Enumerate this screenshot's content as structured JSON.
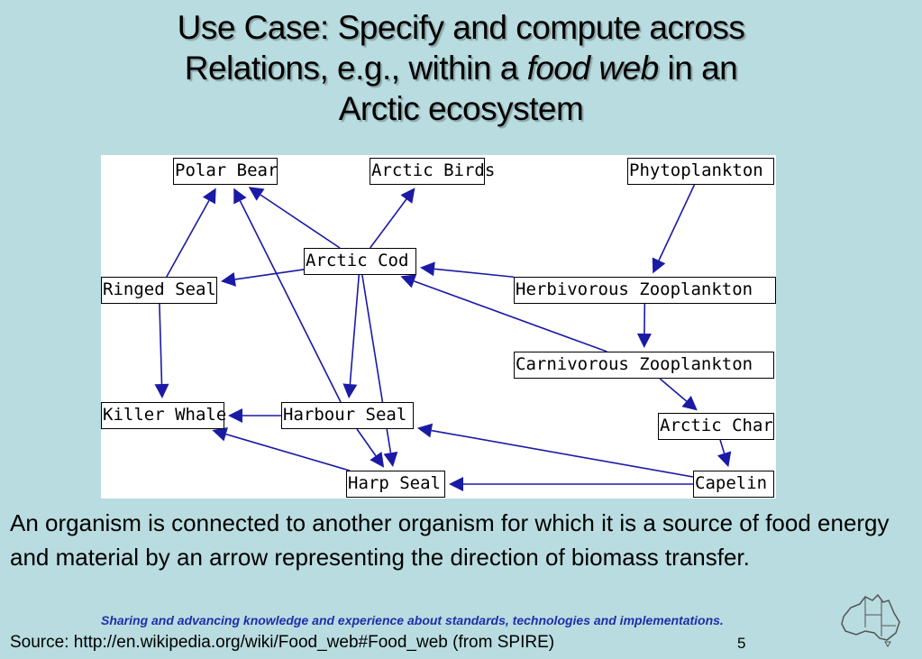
{
  "title": {
    "line1": "Use Case: Specify and compute across",
    "line2_before": "Relations, e.g., within a ",
    "line2_italic": "food web",
    "line2_after": " in an",
    "line3": "Arctic ecosystem"
  },
  "diagram": {
    "nodes": {
      "polar_bear": "Polar Bear",
      "arctic_birds": "Arctic Birds",
      "phytoplankton": "Phytoplankton",
      "arctic_cod": "Arctic Cod",
      "ringed_seal": "Ringed Seal",
      "herbivorous_zooplankton": "Herbivorous Zooplankton",
      "carnivorous_zooplankton": "Carnivorous Zooplankton",
      "killer_whale": "Killer Whale",
      "harbour_seal": "Harbour Seal",
      "arctic_char": "Arctic Char",
      "harp_seal": "Harp Seal",
      "capelin": "Capelin"
    },
    "edges": [
      [
        "phytoplankton",
        "herbivorous_zooplankton"
      ],
      [
        "herbivorous_zooplankton",
        "arctic_cod"
      ],
      [
        "herbivorous_zooplankton",
        "carnivorous_zooplankton"
      ],
      [
        "carnivorous_zooplankton",
        "arctic_cod"
      ],
      [
        "carnivorous_zooplankton",
        "arctic_char"
      ],
      [
        "arctic_char",
        "capelin"
      ],
      [
        "capelin",
        "harbour_seal"
      ],
      [
        "capelin",
        "harp_seal"
      ],
      [
        "arctic_cod",
        "polar_bear"
      ],
      [
        "arctic_cod",
        "arctic_birds"
      ],
      [
        "arctic_cod",
        "ringed_seal"
      ],
      [
        "arctic_cod",
        "harbour_seal"
      ],
      [
        "arctic_cod",
        "harp_seal"
      ],
      [
        "ringed_seal",
        "polar_bear"
      ],
      [
        "ringed_seal",
        "killer_whale"
      ],
      [
        "harbour_seal",
        "polar_bear"
      ],
      [
        "harbour_seal",
        "killer_whale"
      ],
      [
        "harbour_seal",
        "harp_seal"
      ],
      [
        "harp_seal",
        "killer_whale"
      ]
    ],
    "colors": {
      "arrow": "#1a1aa6",
      "box_border": "#000000"
    }
  },
  "caption": "An organism is connected to another organism for which it is a source of food energy and material by an arrow representing the direction of biomass transfer.",
  "tagline": "Sharing and advancing knowledge and experience about standards, technologies and implementations.",
  "source": "Source: http://en.wikipedia.org/wiki/Food_web#Food_web (from SPIRE)",
  "page_number": "5",
  "logo_icon": "australia-map-icon"
}
